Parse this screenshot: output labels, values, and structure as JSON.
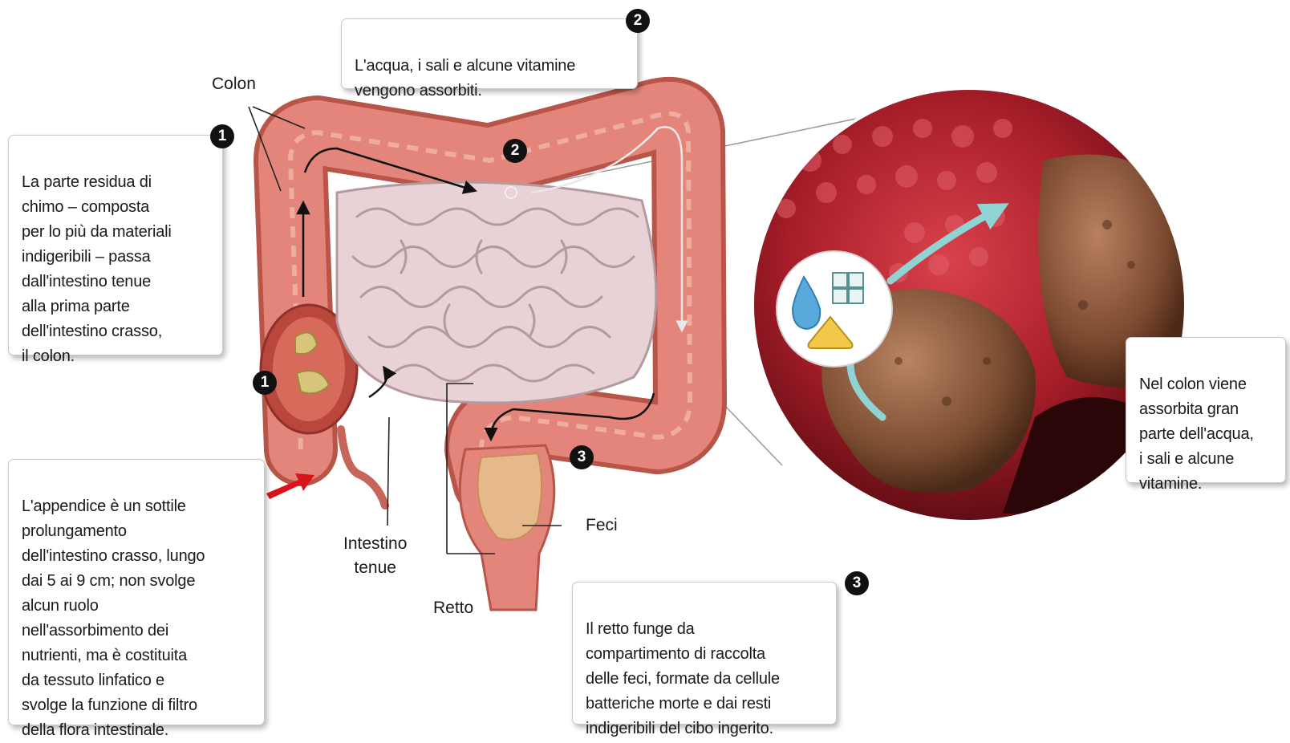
{
  "labels": {
    "colon": "Colon",
    "intestino_tenue": "Intestino\ntenue",
    "retto": "Retto",
    "feci": "Feci"
  },
  "boxes": {
    "box1": "La parte residua di\nchimo – composta\nper lo più da materiali\nindigeribili – passa\ndall'intestino tenue\nalla prima parte\ndell'intestino crasso,\nil colon.",
    "box2": "L'acqua, i sali e alcune vitamine\nvengono assorbiti.",
    "box3": "Il retto funge da\ncompartimento di raccolta\ndelle feci, formate da cellule\nbatteriche morte e dai resti\nindigeribili del cibo ingerito.",
    "appendix": "L'appendice è un sottile\nprolungamento\ndell'intestino crasso, lungo\ndai 5 ai 9 cm; non svolge\nalcun ruolo\nnell'assorbimento dei\nnutrienti, ma è costituita\nda tessuto linfatico e\nsvolge la funzione di filtro\ndella flora intestinale.",
    "colon_zoom": "Nel colon viene\nassorbita gran\nparte dell'acqua,\ni sali e alcune\nvitamine."
  },
  "badges": {
    "one": "1",
    "two": "2",
    "three": "3"
  },
  "icons": [
    "water-drop-icon",
    "salt-crystal-icon",
    "vitamin-tablet-icon"
  ],
  "colors": {
    "colon": "#e3857a",
    "colon_dark": "#b95448",
    "small_intestine": "#e9d2d6",
    "zoom_tissue": "#b3212c",
    "cell_brown": "#8a5a3c",
    "arrow_cyan": "#7fc8c8",
    "drop_blue": "#5aa9dc",
    "tablet_yellow": "#f2c84a",
    "red_arrow": "#d9121b"
  }
}
